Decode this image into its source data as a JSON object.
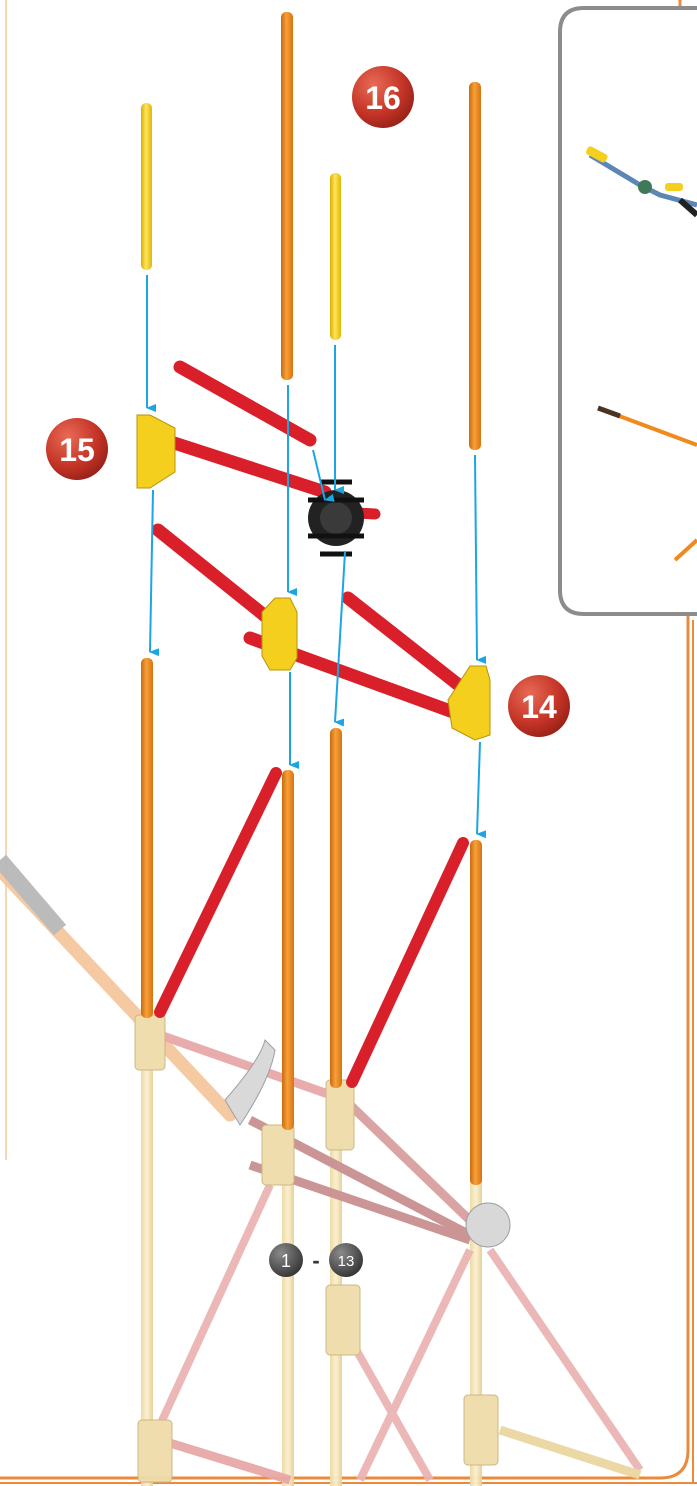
{
  "diagram": {
    "steps": {
      "step_14": "14",
      "step_15": "15",
      "step_16": "16"
    },
    "prior_range": {
      "from": "1",
      "separator": "-",
      "to": "13"
    },
    "colors": {
      "orange_rod": "#f08a1c",
      "yellow_rod": "#f7d21b",
      "red_rod": "#d9202a",
      "connector_yellow": "#f5cf1e",
      "black_connector": "#222222",
      "arrow_blue": "#1ba6e3",
      "step_badge": "#c8382b",
      "border_orange": "#e98a3c",
      "inset_border": "#8c8c8c",
      "faded_rod": "#f6dfa8",
      "faded_pink": "#e8a8a8"
    }
  }
}
